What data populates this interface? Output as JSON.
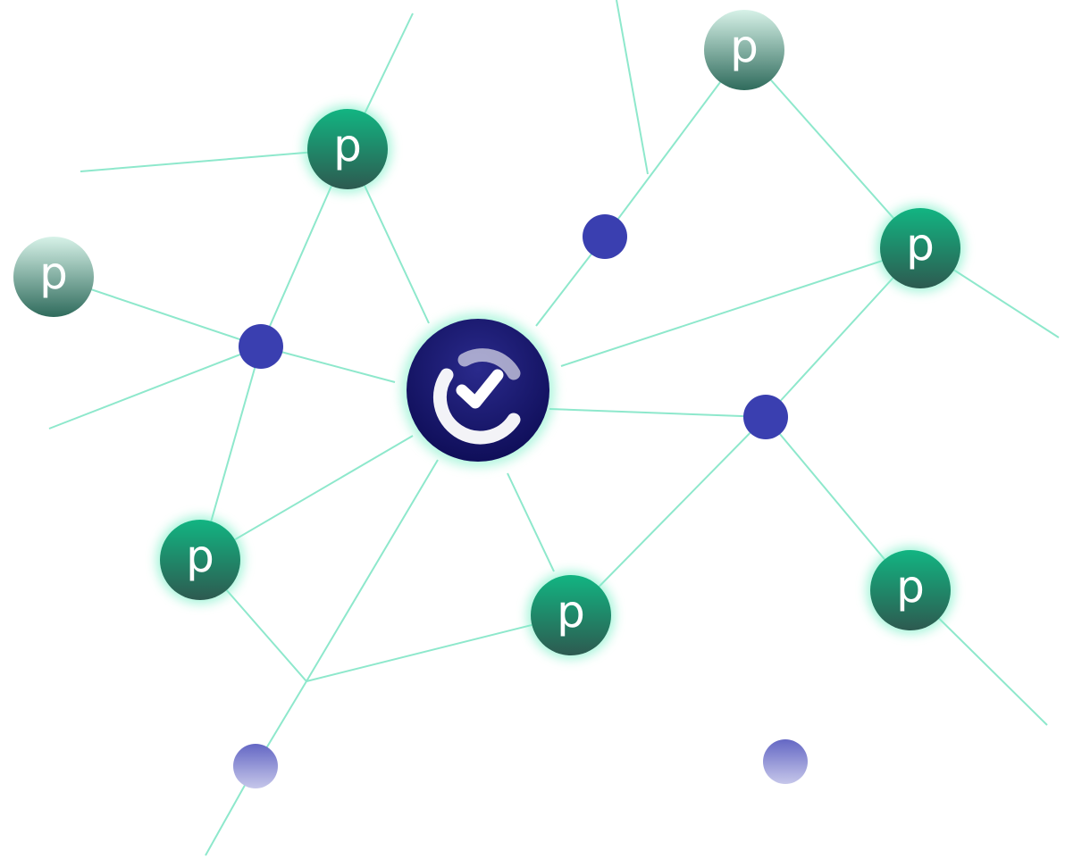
{
  "colors": {
    "line": "#8ee8cc",
    "green_top": "#13b07f",
    "green_bottom": "#2a5e52",
    "hub_dot": "#3a3fb0",
    "center": "#15146a",
    "glow": "#7ff0c9"
  },
  "center": {
    "icon": "check-circle-logo-icon"
  },
  "peer_nodes": [
    {
      "label": "p"
    },
    {
      "label": "p"
    },
    {
      "label": "p"
    },
    {
      "label": "p"
    },
    {
      "label": "p"
    },
    {
      "label": "p"
    },
    {
      "label": "p"
    }
  ]
}
